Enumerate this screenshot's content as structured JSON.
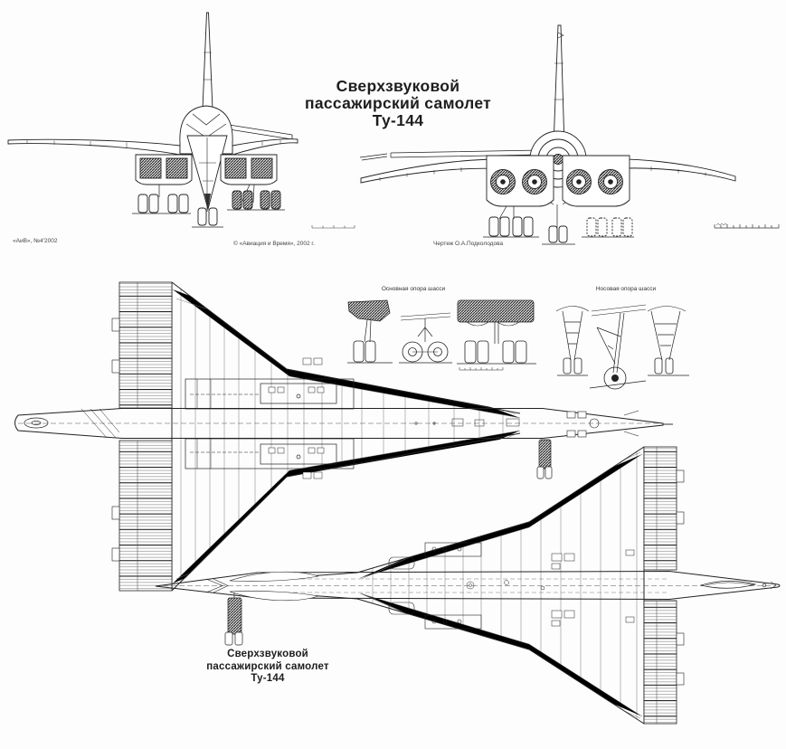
{
  "page": {
    "background": "#fdfdfd",
    "ink": "#1d1d1d",
    "subject": "Ту-144"
  },
  "header_title": {
    "line1": "Сверхзвуковой",
    "line2": "пассажирский самолет",
    "line3": "Ту-144"
  },
  "bottom_title": {
    "line1": "Сверхзвуковой",
    "line2": "пассажирский самолет",
    "line3": "Ту-144"
  },
  "credits": {
    "magazine": "«АиВ», №4'2002",
    "copyright": "© «Авиация и Время», 2002 г.",
    "draughtsman": "Чертеж О.А.Подколодова"
  },
  "gear_details": {
    "main_gear_label": "Основная опора шасси",
    "nose_gear_label": "Носовая опора шасси"
  }
}
